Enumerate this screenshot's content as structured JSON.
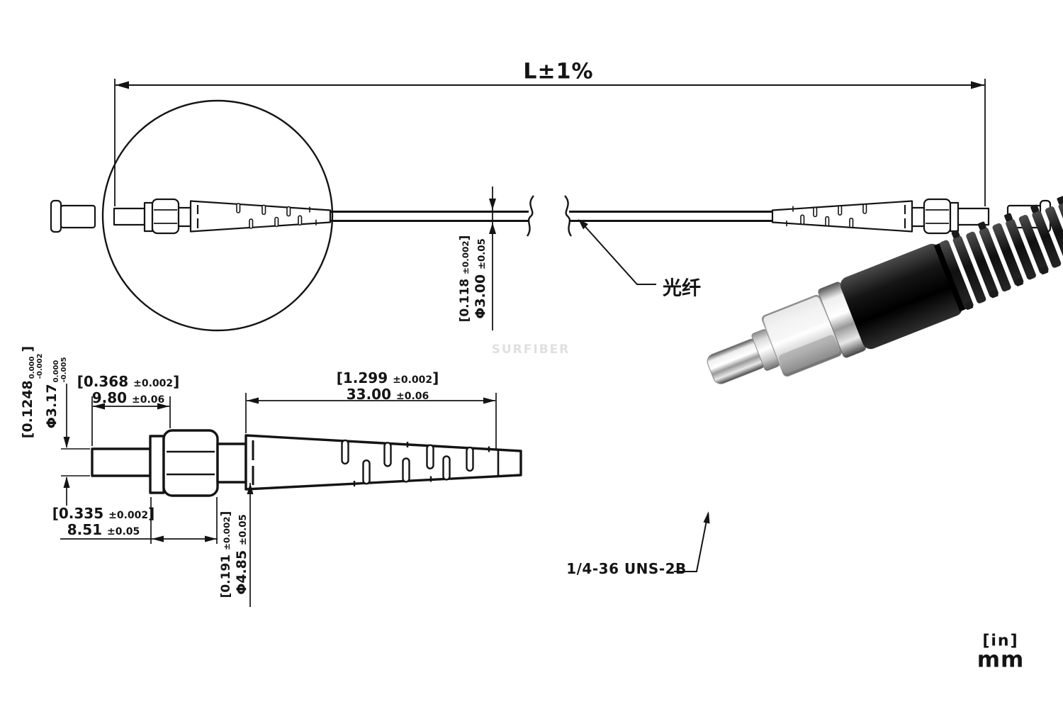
{
  "drawing": {
    "title_dim": "L±1%",
    "fiber_label": "光纤",
    "thread_label": "1/4-36 UNS-2B",
    "watermark": "SURFIBER",
    "units_legend": {
      "inch": "[in]",
      "mm": "mm"
    },
    "dimensions": {
      "cable_od": {
        "in_v": "[0.118",
        "in_t": "±0.002",
        "in_c": "]",
        "mm_v": "Φ3.00",
        "mm_t": "±0.05"
      },
      "ferrule_len": {
        "in_v": "[0.368",
        "in_t": "±0.002",
        "in_c": "]",
        "mm_v": "9.80",
        "mm_t": "±0.06"
      },
      "boot_len": {
        "in_v": "[1.299",
        "in_t": "±0.002",
        "in_c": "]",
        "mm_v": "33.00",
        "mm_t": "±0.06"
      },
      "ferrule_dia": {
        "in_v": "[0.1248",
        "in_tol_top": "0.000",
        "in_tol_bot": "-0.002",
        "in_c": "]",
        "mm_v": "Φ3.17",
        "mm_tol_top": "0.000",
        "mm_tol_bot": "-0.005"
      },
      "nut_len": {
        "in_v": "[0.335",
        "in_t": "±0.002",
        "in_c": "]",
        "mm_v": "8.51",
        "mm_t": "±0.05"
      },
      "sleeve_dia": {
        "in_v": "[0.191",
        "in_t": "±0.002",
        "in_c": "]",
        "mm_v": "Φ4.85",
        "mm_t": "±0.05"
      }
    },
    "colors": {
      "line": "#141414",
      "watermark": "#e0e0e0",
      "photo_boot": "#111111",
      "photo_metal": "#d9d9d9"
    }
  }
}
